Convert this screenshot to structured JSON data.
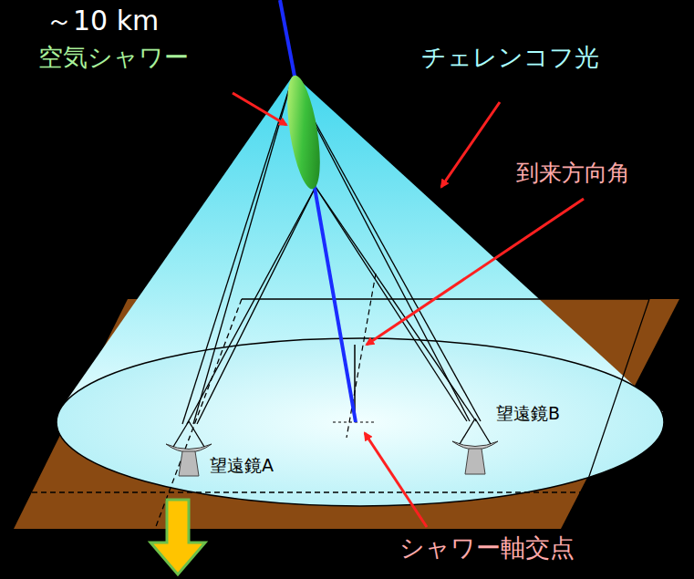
{
  "diagram": {
    "labels": [
      "～10 km",
      "空気シャワー",
      "チェレンコフ光",
      "到来方向角",
      "望遠鏡A",
      "望遠鏡B",
      "シャワー軸交点"
    ]
  }
}
